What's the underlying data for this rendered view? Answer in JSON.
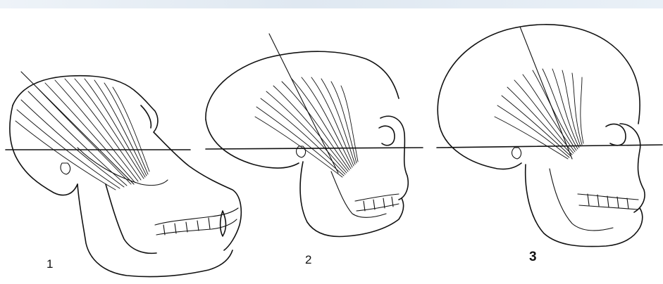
{
  "labels": {
    "skull1": "1",
    "skull2": "2",
    "skull3": "3"
  },
  "colors": {
    "ink": "#111111",
    "background": "#ffffff",
    "top_band": "#e4ecf4"
  }
}
